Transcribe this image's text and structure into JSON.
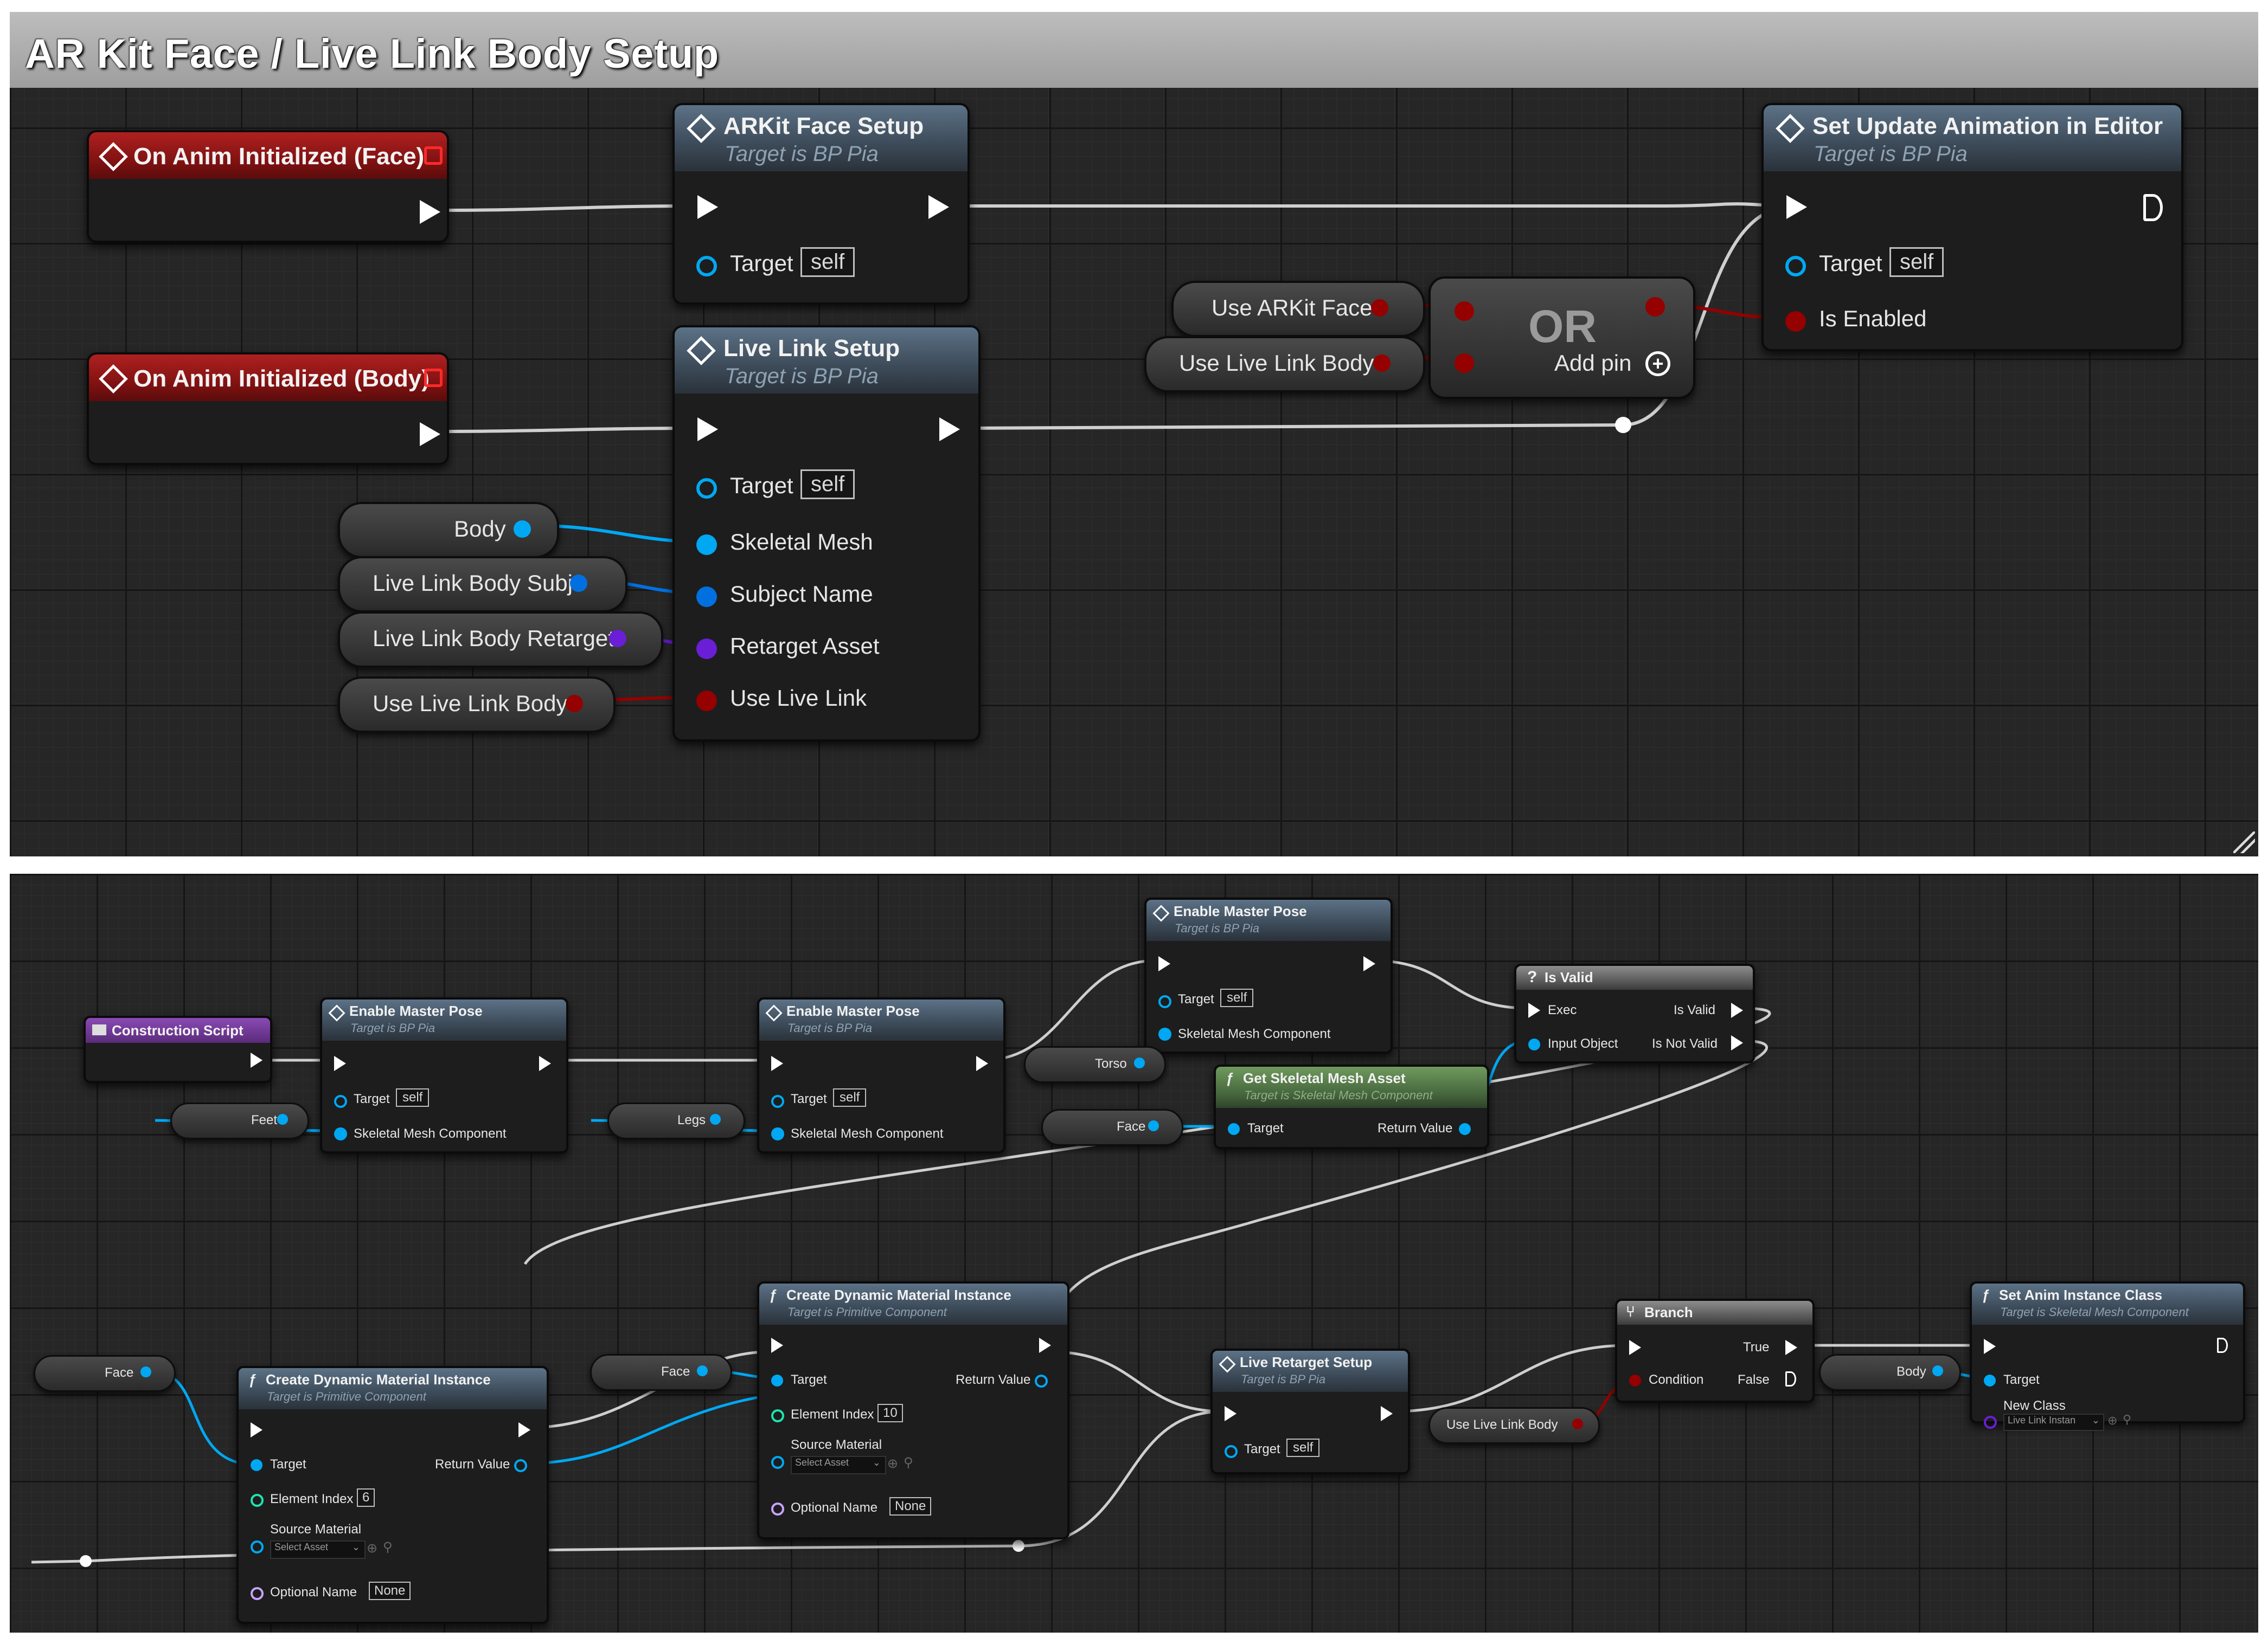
{
  "comment": {
    "title": "AR Kit Face / Live Link Body Setup"
  },
  "top": {
    "event_face": {
      "title": "On Anim Initialized (Face)"
    },
    "event_body": {
      "title": "On Anim Initialized (Body)"
    },
    "arkit_setup": {
      "title": "ARKit Face Setup",
      "subtitle": "Target is BP Pia",
      "target_label": "Target",
      "target_value": "self"
    },
    "livelink_setup": {
      "title": "Live Link Setup",
      "subtitle": "Target is BP Pia",
      "target_label": "Target",
      "target_value": "self",
      "pins": [
        "Skeletal Mesh",
        "Subject Name",
        "Retarget Asset",
        "Use Live Link"
      ]
    },
    "set_update": {
      "title": "Set Update Animation in Editor",
      "subtitle": "Target is BP Pia",
      "target_label": "Target",
      "target_value": "self",
      "enabled_label": "Is Enabled"
    },
    "or_node": {
      "title": "OR",
      "add_pin": "Add pin"
    },
    "vars": {
      "use_arkit_face": "Use ARKit Face",
      "use_live_link_body_1": "Use Live Link Body",
      "body": "Body",
      "live_link_body_subj": "Live Link Body Subj",
      "live_link_body_retarget": "Live Link Body Retarget",
      "use_live_link_body_2": "Use Live Link Body"
    }
  },
  "bottom": {
    "construction": {
      "title": "Construction Script"
    },
    "emp1": {
      "title": "Enable Master Pose",
      "subtitle": "Target is BP Pia",
      "target_label": "Target",
      "target_value": "self",
      "pin": "Skeletal Mesh Component"
    },
    "emp2": {
      "title": "Enable Master Pose",
      "subtitle": "Target is BP Pia",
      "target_label": "Target",
      "target_value": "self",
      "pin": "Skeletal Mesh Component"
    },
    "emp3": {
      "title": "Enable Master Pose",
      "subtitle": "Target is BP Pia",
      "target_label": "Target",
      "target_value": "self",
      "pin": "Skeletal Mesh Component"
    },
    "isvalid": {
      "title": "Is Valid",
      "exec": "Exec",
      "input": "Input Object",
      "valid": "Is Valid",
      "notvalid": "Is Not Valid"
    },
    "getsk": {
      "title": "Get Skeletal Mesh Asset",
      "subtitle": "Target is Skeletal Mesh Component",
      "target": "Target",
      "ret": "Return Value"
    },
    "cdmi1": {
      "title": "Create Dynamic Material Instance",
      "subtitle": "Target is Primitive Component",
      "target": "Target",
      "ret": "Return Value",
      "elem_label": "Element Index",
      "elem_value": "6",
      "src": "Source Material",
      "select": "Select Asset",
      "opt": "Optional Name",
      "opt_value": "None"
    },
    "cdmi2": {
      "title": "Create Dynamic Material Instance",
      "subtitle": "Target is Primitive Component",
      "target": "Target",
      "ret": "Return Value",
      "elem_label": "Element Index",
      "elem_value": "10",
      "src": "Source Material",
      "select": "Select Asset",
      "opt": "Optional Name",
      "opt_value": "None"
    },
    "lrs": {
      "title": "Live Retarget Setup",
      "subtitle": "Target is BP Pia",
      "target_label": "Target",
      "target_value": "self"
    },
    "branch": {
      "title": "Branch",
      "cond": "Condition",
      "true": "True",
      "false": "False"
    },
    "saic": {
      "title": "Set Anim Instance Class",
      "subtitle": "Target is Skeletal Mesh Component",
      "target": "Target",
      "newclass": "New Class",
      "select": "Live Link Instan"
    },
    "vars": {
      "feet": "Feet",
      "legs": "Legs",
      "torso": "Torso",
      "face1": "Face",
      "face2": "Face",
      "face3": "Face",
      "body": "Body",
      "use_live_link_body": "Use Live Link Body"
    }
  },
  "colors": {
    "exec": "#ffffff",
    "object": "#00a8f3",
    "bool": "#950000",
    "name": "#c8a2ff",
    "class": "#5a00b5",
    "int": "#1fe3af"
  }
}
